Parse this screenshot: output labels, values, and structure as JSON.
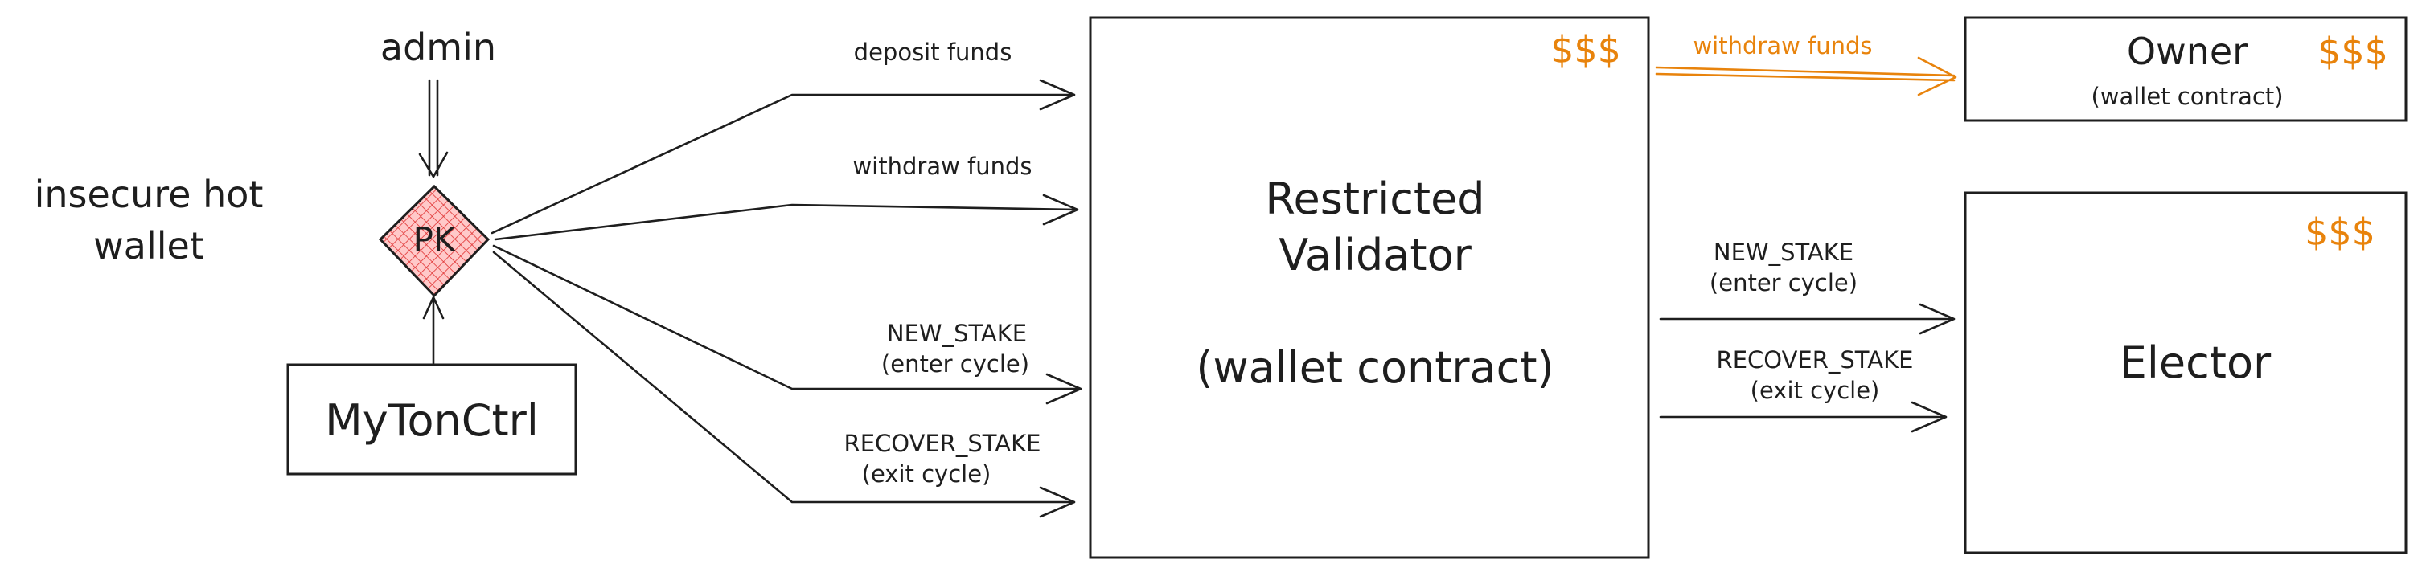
{
  "labels": {
    "admin": "admin",
    "insecure_line1": "insecure hot",
    "insecure_line2": "wallet",
    "pk": "PK",
    "mytonctrl": "MyTonCtrl",
    "deposit_funds": "deposit funds",
    "withdraw_funds_left": "withdraw funds",
    "new_stake_left": "NEW_STAKE",
    "enter_cycle_left": "(enter cycle)",
    "recover_stake_left": "RECOVER_STAKE",
    "exit_cycle_left": "(exit cycle)",
    "validator_line1": "Restricted",
    "validator_line2": "Validator",
    "validator_line3": "(wallet contract)",
    "validator_funds": "$$$",
    "withdraw_funds_right": "withdraw funds",
    "owner_title": "Owner",
    "owner_subtitle": "(wallet contract)",
    "owner_funds": "$$$",
    "new_stake_right": "NEW_STAKE",
    "enter_cycle_right": "(enter cycle)",
    "recover_stake_right": "RECOVER_STAKE",
    "exit_cycle_right": "(exit cycle)",
    "elector_title": "Elector",
    "elector_funds": "$$$"
  },
  "colors": {
    "ink": "#1e1e1e",
    "funds_accent": "#e8830c",
    "pk_fill": "#ffc9c9",
    "pk_hatch": "#e03131"
  }
}
